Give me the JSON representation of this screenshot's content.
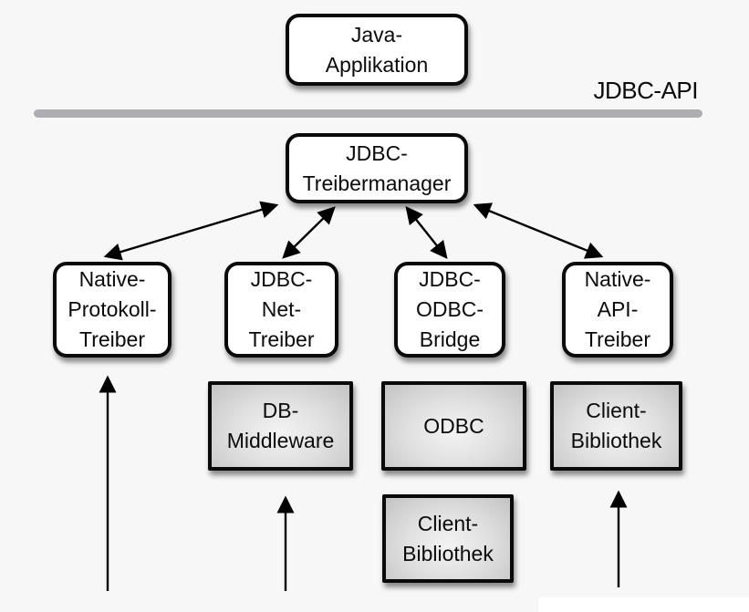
{
  "colors": {
    "background": "#f7f7f7",
    "box-fill": "#ffffff",
    "box-border": "#0a0a0a",
    "gray-center": "#f3f3f3",
    "gray-edge": "#c3c3c3",
    "divider": "#aeaeb2",
    "arrow": "#000000",
    "text": "#0b0b0b"
  },
  "diagram": {
    "api_label": "JDBC-API",
    "nodes": [
      {
        "id": "java-applikation",
        "label": "Java-\nApplikation",
        "shape": "rounded"
      },
      {
        "id": "jdbc-treibermanager",
        "label": "JDBC-\nTreibermanager",
        "shape": "rounded"
      },
      {
        "id": "native-protokoll-treiber",
        "label": "Native-\nProtokoll-\nTreiber",
        "shape": "rounded"
      },
      {
        "id": "jdbc-net-treiber",
        "label": "JDBC-\nNet-\nTreiber",
        "shape": "rounded"
      },
      {
        "id": "jdbc-odbc-bridge",
        "label": "JDBC-\nODBC-\nBridge",
        "shape": "rounded"
      },
      {
        "id": "native-api-treiber",
        "label": "Native-\nAPI-\nTreiber",
        "shape": "rounded"
      },
      {
        "id": "db-middleware",
        "label": "DB-\nMiddleware",
        "shape": "gray"
      },
      {
        "id": "odbc",
        "label": "ODBC",
        "shape": "gray"
      },
      {
        "id": "client-bibliothek-native-api",
        "label": "Client-\nBibliothek",
        "shape": "gray"
      },
      {
        "id": "client-bibliothek-odbc",
        "label": "Client-\nBibliothek",
        "shape": "gray"
      }
    ],
    "edges": [
      {
        "from": "jdbc-treibermanager",
        "to": "native-protokoll-treiber",
        "bidirectional": true
      },
      {
        "from": "jdbc-treibermanager",
        "to": "jdbc-net-treiber",
        "bidirectional": true
      },
      {
        "from": "jdbc-treibermanager",
        "to": "jdbc-odbc-bridge",
        "bidirectional": true
      },
      {
        "from": "jdbc-treibermanager",
        "to": "native-api-treiber",
        "bidirectional": true
      },
      {
        "from": "below-diagram",
        "to": "native-protokoll-treiber",
        "bidirectional": false
      },
      {
        "from": "below-diagram",
        "to": "db-middleware",
        "bidirectional": false
      },
      {
        "from": "below-diagram",
        "to": "client-bibliothek-native-api",
        "bidirectional": false
      }
    ]
  }
}
